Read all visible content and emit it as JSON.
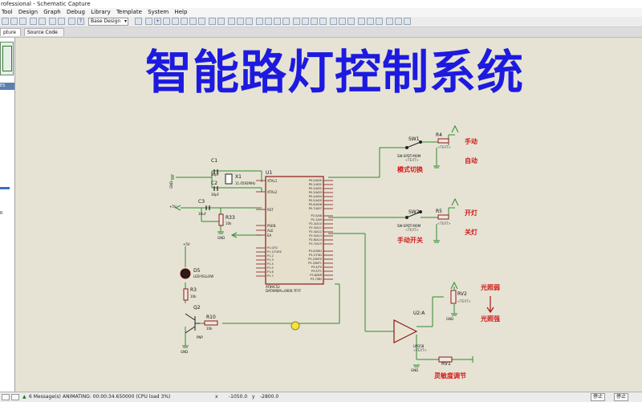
{
  "window": {
    "title": "rofessional - Schematic Capture"
  },
  "menu": [
    "Tool",
    "Design",
    "Graph",
    "Debug",
    "Library",
    "Template",
    "System",
    "Help"
  ],
  "toolbar": {
    "design_select": "Base Design"
  },
  "tabs": [
    "pture",
    "Source Code"
  ],
  "left_panel": {
    "label": "ES",
    "letter": "R"
  },
  "canvas": {
    "title": "智能路灯控制系统",
    "labels": {
      "sw1": "SW1",
      "sw1_type": "SW-SPDT-MOM",
      "sw1_text": "<TEXT>",
      "r4": "R4",
      "r4_text": "<TEXT>",
      "sw2": "SW2",
      "sw2_type": "SW-SPDT-MOM",
      "sw2_text": "<TEXT>",
      "r5": "R5",
      "r5_text": "<TEXT>",
      "manual": "手动",
      "auto": "自动",
      "mode_switch": "模式切换",
      "light_on": "开灯",
      "light_off": "关灯",
      "manual_switch": "手动开关",
      "c1": "C1",
      "c1_val": "30pF",
      "c2": "C2",
      "c2_val": "30pF",
      "x1": "X1",
      "x1_val": "11.0592MHz",
      "c3": "C3",
      "c3_val": "10uF",
      "r33": "R33",
      "r33_val": "10k",
      "u1": "U1",
      "u1_name": "AT89C52",
      "u1_text": "DATAMEM=0000-7FFF",
      "d5": "D5",
      "d5_type": "LED-YELLOW",
      "r3": "R3",
      "r3_val": "10k",
      "q2": "Q2",
      "q2_type": "PNP",
      "r10": "R10",
      "r10_val": "10k",
      "u2": "U2:A",
      "u2_name": "LM358",
      "u2_text": "<TEXT>",
      "rv2": "RV2",
      "rv2_text": "<TEXT>",
      "rv1": "RV1",
      "light_weak": "光照弱",
      "light_strong": "光照强",
      "sensitivity": "灵敏度调节",
      "gnd": "GND",
      "vcc": "+5V",
      "xtal1": "XTAL1",
      "xtal2": "XTAL2",
      "rst": "RST",
      "psen": "PSEN",
      "ale": "ALE",
      "ea": "EA"
    },
    "pins_p0": [
      "P0.0/AD0",
      "P0.1/AD1",
      "P0.2/AD2",
      "P0.3/AD3",
      "P0.4/AD4",
      "P0.5/AD5",
      "P0.6/AD6",
      "P0.7/AD7"
    ],
    "pins_p2": [
      "P2.0/A8",
      "P2.1/A9",
      "P2.2/A10",
      "P2.3/A11",
      "P2.4/A12",
      "P2.5/A13",
      "P2.6/A14",
      "P2.7/A15"
    ],
    "pins_p1": [
      "P1.0/T2",
      "P1.1/T2EX",
      "P1.2",
      "P1.3",
      "P1.4",
      "P1.5",
      "P1.6",
      "P1.7"
    ],
    "pins_p3": [
      "P3.0/RXD",
      "P3.1/TXD",
      "P3.2/INT0",
      "P3.3/INT1",
      "P3.4/T0",
      "P3.5/T1",
      "P3.6/WR",
      "P3.7/RD"
    ]
  },
  "status": {
    "messages": "6 Message(s)",
    "animating": "ANIMATING: 00:00:34.650000 (CPU load 3%)",
    "x": "-1050.0",
    "y": "-2800.0",
    "stop1": "停止",
    "stop2": "停止"
  }
}
